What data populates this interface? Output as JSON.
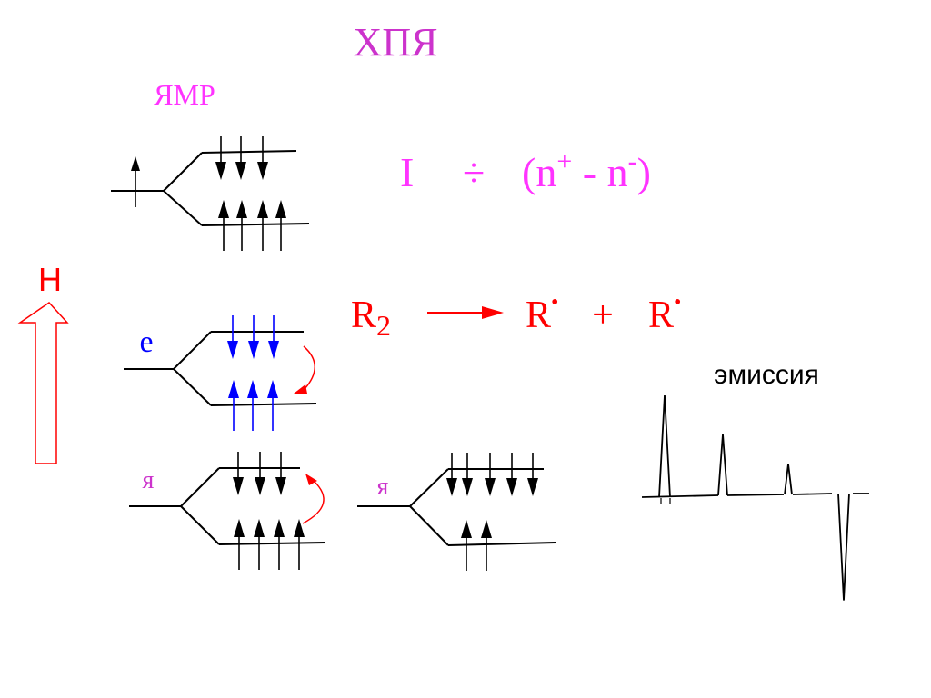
{
  "title": "ХПЯ",
  "nmr_label": "ЯМР",
  "intensity": {
    "symbol": "I",
    "relation": "÷",
    "open": "(n",
    "plus": "+",
    "minus_sign": " - n",
    "minus": "-",
    "close": ")"
  },
  "field_label": "H",
  "reaction": {
    "reactant": "R",
    "reactant_sub": "2",
    "product_1": "R",
    "radical_dot_1": "•",
    "plus": "+",
    "product_2": "R",
    "radical_dot_2": "•"
  },
  "electron_label": "e",
  "nucleus_label_1": "я",
  "nucleus_label_2": "я",
  "emission_label": "эмиссия",
  "colors": {
    "title": "#cc33cc",
    "nmr_label": "#ff33ff",
    "intensity": "#ff33ff",
    "field": "#ff0000",
    "reaction": "#ff0000",
    "electron_label": "#0000ff",
    "electron_arrows": "#0000ff",
    "nucleus_label": "#cc33cc",
    "transition_arrow": "#ff0000",
    "lines": "#000000"
  },
  "level_diagrams": [
    {
      "name": "nmr-splitting",
      "upper_spins": 3,
      "lower_spins": 4
    },
    {
      "name": "electron-splitting",
      "upper_spins": 3,
      "lower_spins": 3
    },
    {
      "name": "nucleus-splitting-1",
      "upper_spins": 3,
      "lower_spins": 4
    },
    {
      "name": "nucleus-splitting-2",
      "upper_spins": 5,
      "lower_spins": 2
    }
  ],
  "emission_spectrum": {
    "lines": [
      {
        "direction": "up",
        "relative_height": 1.0
      },
      {
        "direction": "up",
        "relative_height": 0.6
      },
      {
        "direction": "up",
        "relative_height": 0.3
      },
      {
        "direction": "down",
        "relative_height": 1.05
      }
    ]
  }
}
